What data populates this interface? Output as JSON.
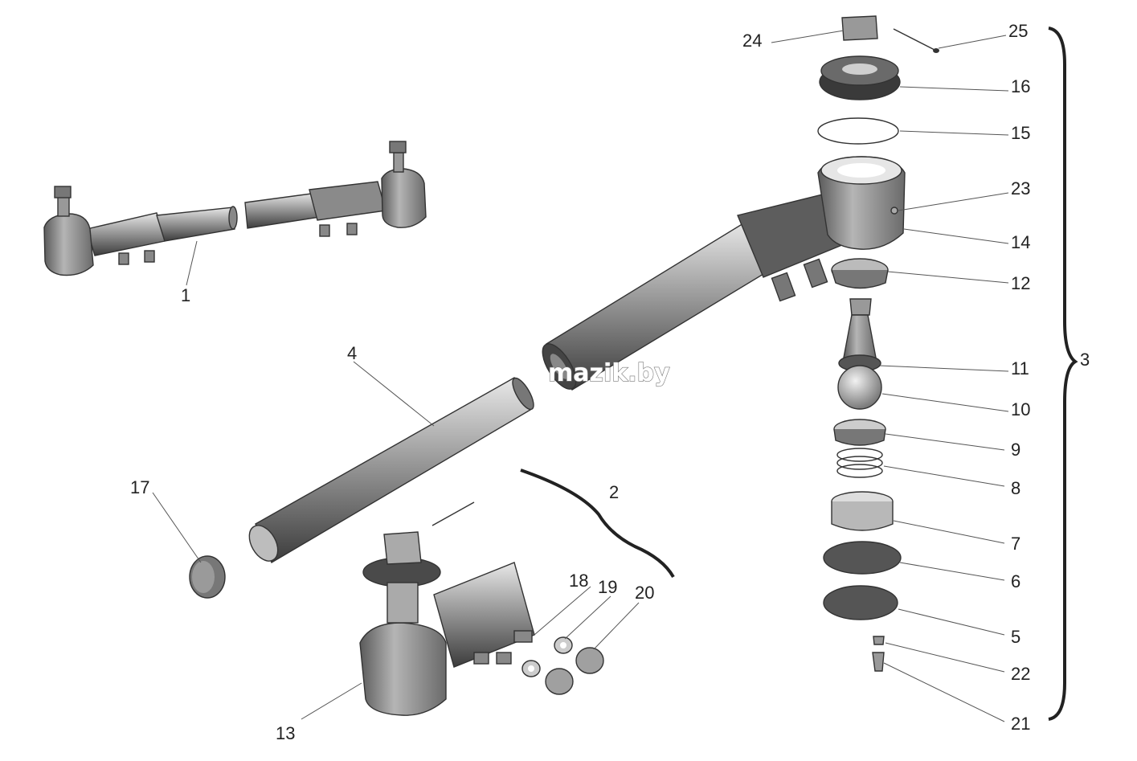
{
  "watermark": "mazik.by",
  "callouts": {
    "c1": "1",
    "c2": "2",
    "c3": "3",
    "c4": "4",
    "c5": "5",
    "c6": "6",
    "c7": "7",
    "c8": "8",
    "c9": "9",
    "c10": "10",
    "c11": "11",
    "c12": "12",
    "c13": "13",
    "c14": "14",
    "c15": "15",
    "c16": "16",
    "c17": "17",
    "c18": "18",
    "c19": "19",
    "c20": "20",
    "c21": "21",
    "c22": "22",
    "c23": "23",
    "c24": "24",
    "c25": "25"
  }
}
